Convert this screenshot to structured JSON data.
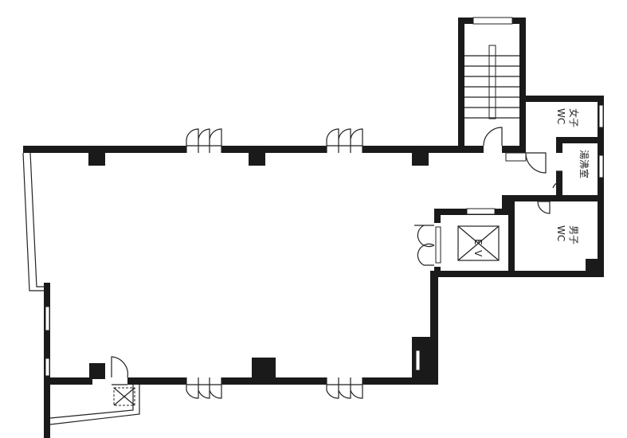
{
  "rooms": {
    "womens_wc": {
      "line1": "女子",
      "line2": "WC"
    },
    "kitchenette": {
      "label": "湯沸室"
    },
    "mens_wc": {
      "line1": "男子",
      "line2": "WC"
    },
    "elevator": {
      "line1": "E",
      "line2": "V"
    }
  }
}
